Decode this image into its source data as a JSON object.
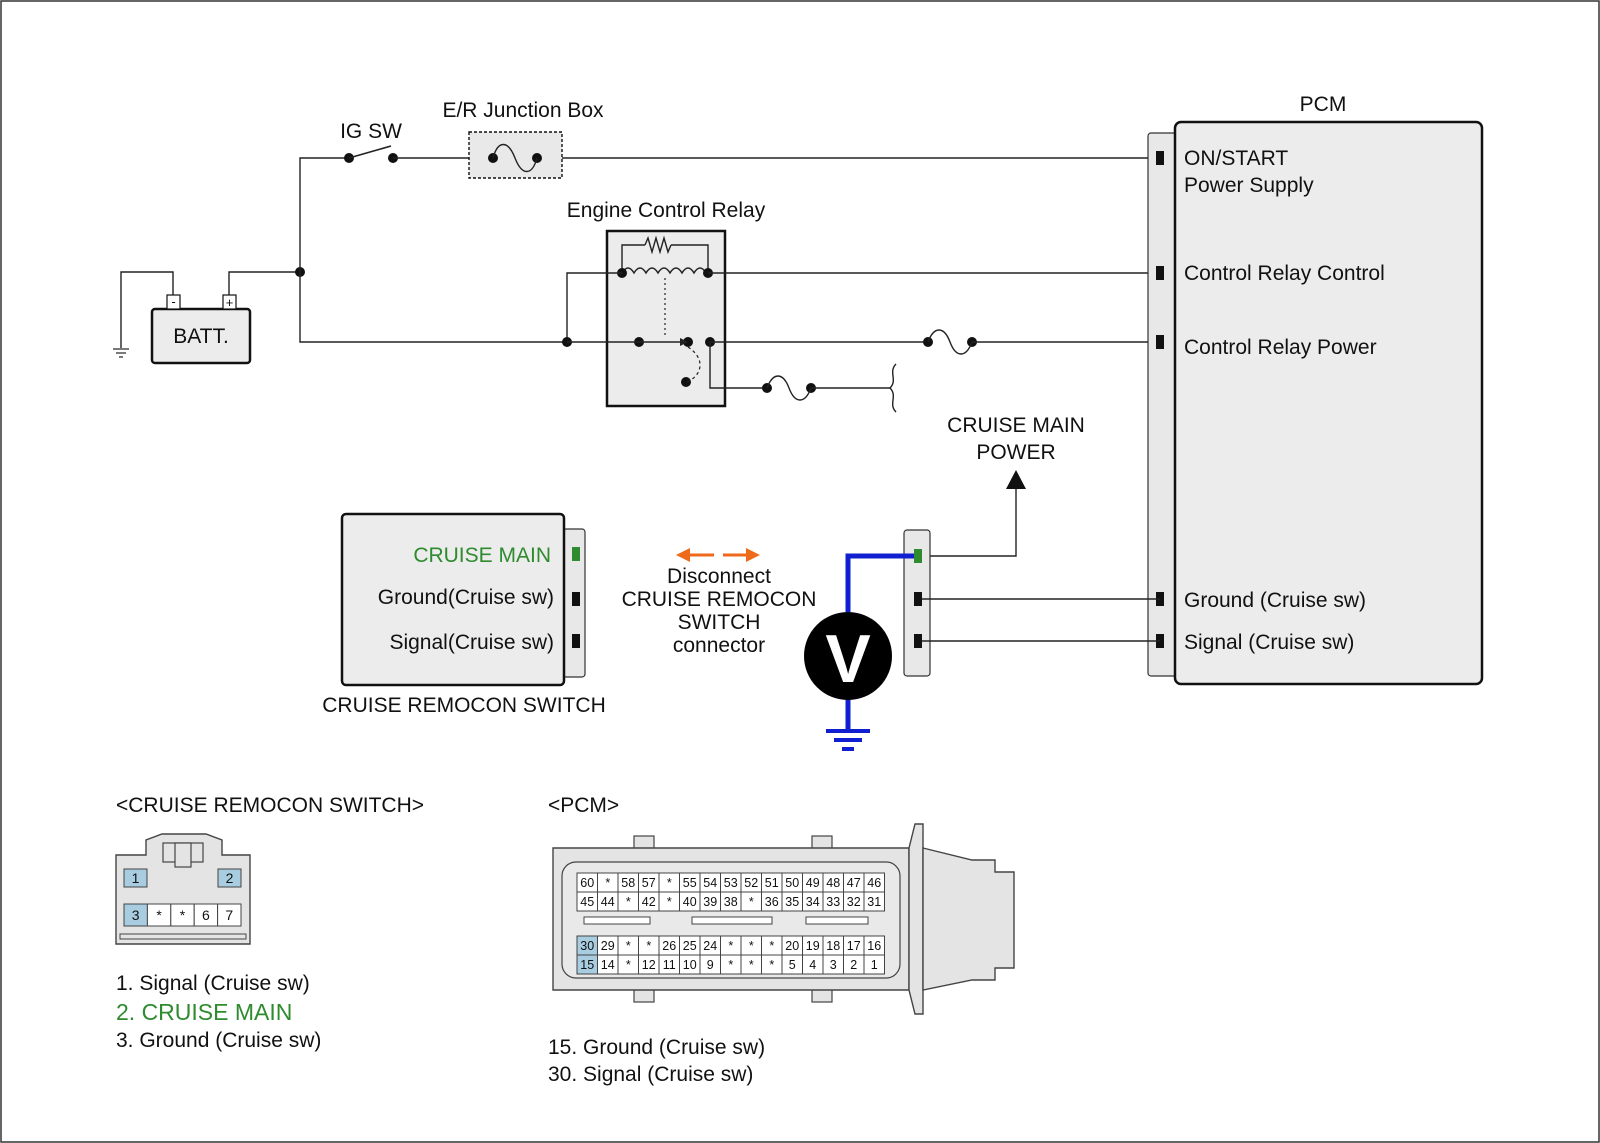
{
  "labels": {
    "ig_sw": "IG SW",
    "junction_box": "E/R Junction Box",
    "pcm_title": "PCM",
    "relay": "Engine Control Relay",
    "batt": "BATT.",
    "batt_minus": "-",
    "batt_plus": "+",
    "cruise_main_power_1": "CRUISE MAIN",
    "cruise_main_power_2": "POWER",
    "meter": "V"
  },
  "pcm_pins": {
    "on_start_1": "ON/START",
    "on_start_2": "Power Supply",
    "relay_control": "Control Relay Control",
    "relay_power": "Control Relay Power",
    "ground": "Ground (Cruise sw)",
    "signal": "Signal (Cruise sw)"
  },
  "remocon": {
    "cruise_main": "CRUISE MAIN",
    "ground": "Ground(Cruise sw)",
    "signal": "Signal(Cruise sw)",
    "title": "CRUISE REMOCON SWITCH"
  },
  "disconnect": {
    "line1": "Disconnect",
    "line2": "CRUISE REMOCON",
    "line3": "SWITCH",
    "line4": "connector"
  },
  "connector_remocon": {
    "heading": "<CRUISE REMOCON SWITCH>",
    "top_pins": [
      "1",
      "2"
    ],
    "bottom_pins": [
      "3",
      "*",
      "*",
      "6",
      "7"
    ],
    "legend": [
      "1. Signal (Cruise sw)",
      "2. CRUISE MAIN",
      "3. Ground (Cruise sw)"
    ]
  },
  "connector_pcm": {
    "heading": "<PCM>",
    "row1": [
      "60",
      "*",
      "58",
      "57",
      "*",
      "55",
      "54",
      "53",
      "52",
      "51",
      "50",
      "49",
      "48",
      "47",
      "46"
    ],
    "row2": [
      "45",
      "44",
      "*",
      "42",
      "*",
      "40",
      "39",
      "38",
      "*",
      "36",
      "35",
      "34",
      "33",
      "32",
      "31"
    ],
    "row3": [
      "30",
      "29",
      "*",
      "*",
      "26",
      "25",
      "24",
      "*",
      "*",
      "*",
      "20",
      "19",
      "18",
      "17",
      "16"
    ],
    "row4": [
      "15",
      "14",
      "*",
      "12",
      "11",
      "10",
      "9",
      "*",
      "*",
      "*",
      "5",
      "4",
      "3",
      "2",
      "1"
    ],
    "legend": [
      "15. Ground (Cruise sw)",
      "30. Signal (Cruise sw)"
    ]
  },
  "colors": {
    "highlight_green": "#2e8b2e",
    "meter_wire_blue": "#1020d0",
    "disconnect_orange": "#ee6a1a",
    "pin_highlight": "#a9cde0",
    "box_fill": "#ececec"
  }
}
